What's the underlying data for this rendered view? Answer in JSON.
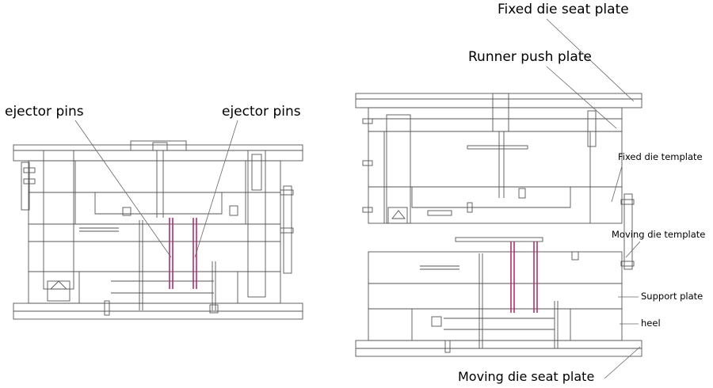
{
  "labels": {
    "ejector_pins_left": "ejector pins",
    "ejector_pins_right": "ejector pins",
    "fixed_die_seat_plate": "Fixed die seat plate",
    "runner_push_plate": "Runner push plate",
    "fixed_die_template": "Fixed die template",
    "moving_die_template": "Moving die template",
    "support_plate": "Support plate",
    "heel": "heel",
    "moving_die_seat_plate": "Moving die seat plate"
  },
  "colors": {
    "line": "#555555",
    "pin": "#b0306a",
    "leader": "#666666"
  }
}
